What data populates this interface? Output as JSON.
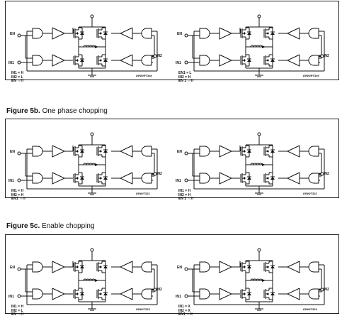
{
  "figure_sections": [
    {
      "caption": null,
      "left": {
        "input_top": "EN",
        "input_bottom": "IN1",
        "output": "IN2",
        "conditions": [
          "IN1 = H",
          "IN2 = L",
          "EN ⇔H"
        ],
        "code": "DRW/RT3x8"
      },
      "right": {
        "input_top": "EN",
        "input_bottom": "IN1",
        "output": "IN2",
        "conditions": [
          "EN1 = L",
          "IN2 = H",
          "EN 1 ⇔H"
        ],
        "code": "DRW/RT3x9"
      }
    },
    {
      "caption": {
        "figure": "Figure 5b.",
        "title": "One phase chopping"
      },
      "left": {
        "input_top": "EN",
        "input_bottom": "IN1",
        "output": "IN2",
        "conditions": [
          "IN1 = H",
          "IN2 = H",
          "EN1 ⇔H"
        ],
        "code": "DRW/T321"
      },
      "right": {
        "input_top": "EN",
        "input_bottom": "IN1",
        "output": "IN2",
        "conditions": [
          "IN1 = H",
          "IN2 = H",
          "EN 1 ⇔H"
        ],
        "code": "DRW/T322"
      }
    },
    {
      "caption": {
        "figure": "Figure 5c.",
        "title": "Enable chopping"
      },
      "left": {
        "input_top": "EN",
        "input_bottom": "IN1",
        "output": "IN2",
        "conditions": [
          "IN1 = H",
          "IN2 = L",
          "EN ⇔H"
        ],
        "code": "DRW/T323"
      },
      "right": {
        "input_top": "EN",
        "input_bottom": "IN1",
        "output": "IN2",
        "conditions": [
          "IN1 = X",
          "IN2 = X",
          "EN1 ⇔H"
        ],
        "code": "DRW/T324"
      }
    }
  ]
}
